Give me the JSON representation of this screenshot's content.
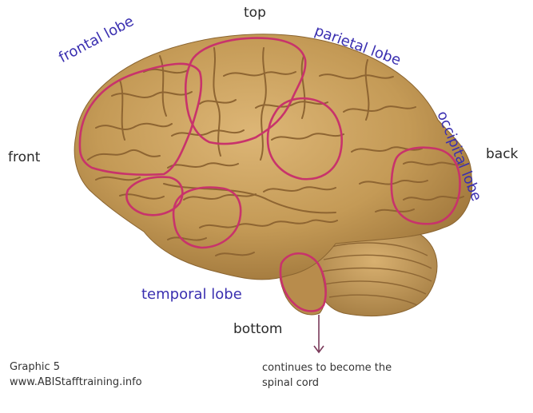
{
  "labels": {
    "top": "top",
    "bottom": "bottom",
    "front": "front",
    "back": "back"
  },
  "lobes": {
    "frontal": "frontal lobe",
    "parietal": "parietal lobe",
    "occipital": "occipital lobe",
    "temporal": "temporal lobe"
  },
  "caption": {
    "graphic": "Graphic 5",
    "website": "www.ABIStafftraining.info"
  },
  "spinal_note": {
    "line1": "continues to become the",
    "line2": "spinal cord"
  },
  "colors": {
    "lobe_text": "#3a2fb0",
    "outline": "#c8336b",
    "brain": "#c9a25e",
    "arrow": "#7a3a5a"
  }
}
